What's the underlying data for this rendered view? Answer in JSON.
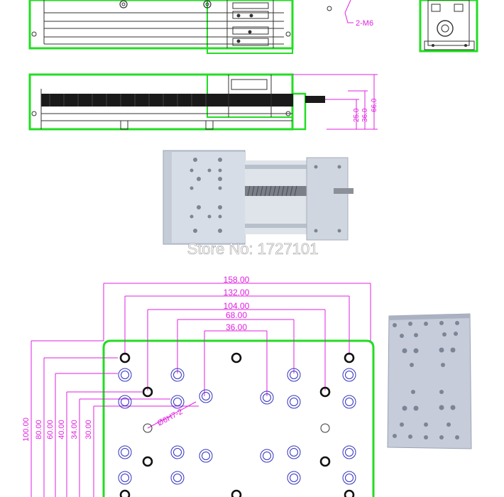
{
  "side_drawing": {
    "thread_label": "2-M6",
    "height_dims": [
      "25.0",
      "36.0",
      "66.0"
    ]
  },
  "watermark": {
    "text": "Store No: 1727101"
  },
  "plate_drawing": {
    "hole_label": "Ø6H7-2",
    "horizontal_dims": [
      "158.00",
      "132.00",
      "104.00",
      "68.00",
      "36.00"
    ],
    "vertical_dims": [
      "100.00",
      "80.00",
      "60.00",
      "40.00",
      "34.00",
      "30.00"
    ]
  },
  "colors": {
    "outline": "#22dd22",
    "dimension": "#e020e0",
    "holes": "#3030c0",
    "part": "#c8d0dc"
  }
}
